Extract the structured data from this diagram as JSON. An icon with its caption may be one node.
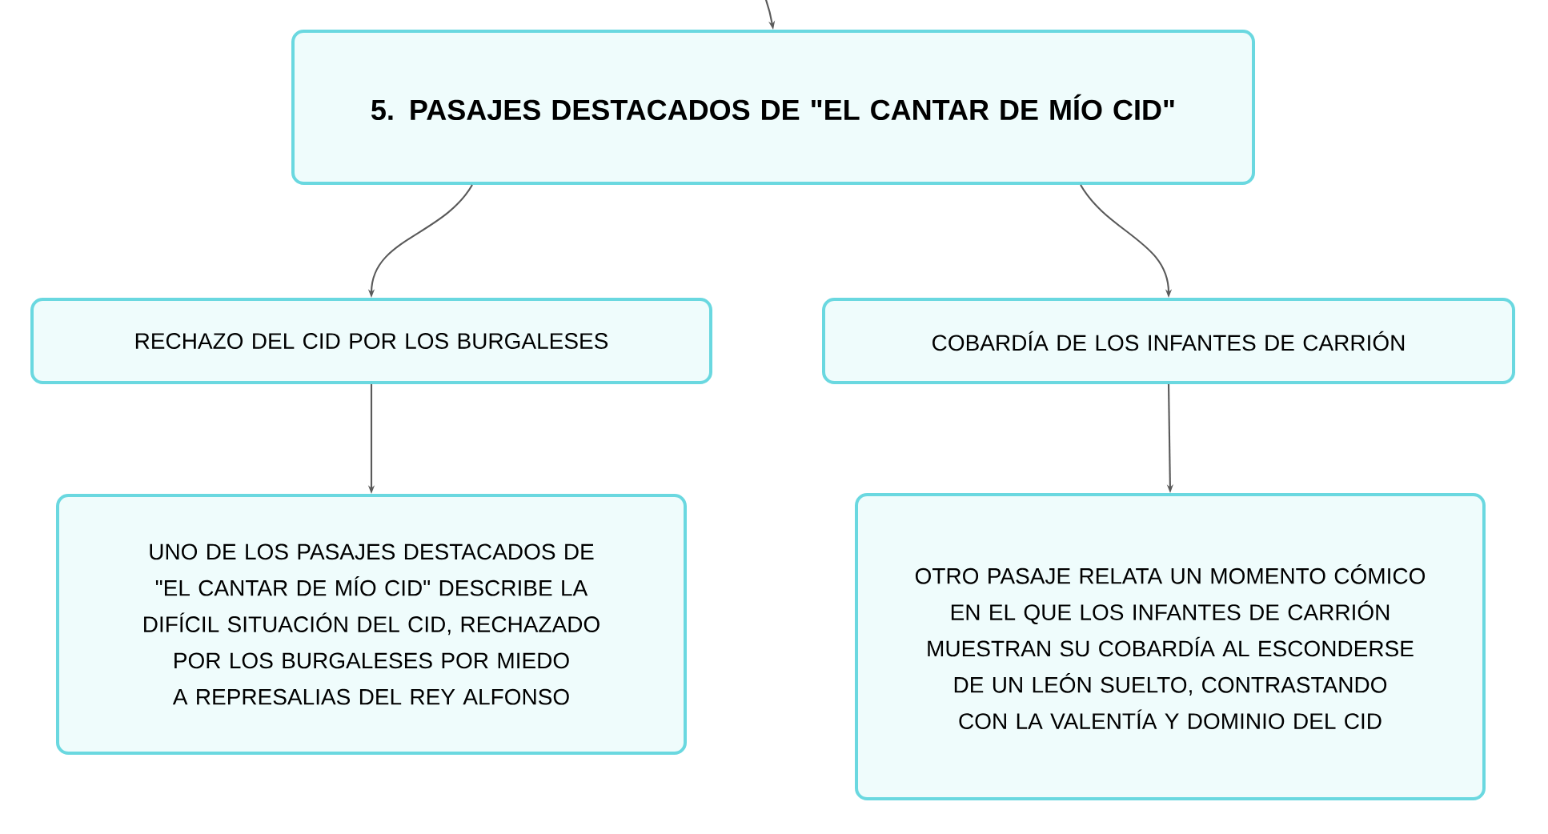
{
  "diagram": {
    "nodes": [
      {
        "text": [
          "5. PASAJES DESTACADOS DE \"EL CANTAR DE MÍO CID\""
        ]
      },
      {
        "text": [
          "RECHAZO DEL CID POR LOS BURGALESES"
        ]
      },
      {
        "text": [
          "COBARDÍA DE LOS INFANTES DE CARRIÓN"
        ]
      },
      {
        "text": [
          "UNO DE LOS PASAJES DESTACADOS DE \"EL CANTAR DE MÍO CID\" DESCRIBE LA DIFÍCIL SITUACIÓN DEL CID, RECHAZADO POR LOS BURGALESES POR MIEDO A REPRESALIAS DEL REY ALFONSO"
        ]
      },
      {
        "text": [
          "OTRO PASAJE RELATA UN MOMENTO CÓMICO EN EL QUE LOS INFANTES DE CARRIÓN MUESTRAN SU COBARDÍA AL ESCONDERSE DE UN LEÓN SUELTO, CONTRASTANDO CON LA VALENTÍA Y DOMINIO DEL CID"
        ]
      }
    ],
    "edges": [
      {
        "from": null,
        "to": 0,
        "arrow": "to"
      },
      {
        "from": 0,
        "to": 1,
        "arrow": "to"
      },
      {
        "from": 0,
        "to": 2,
        "arrow": "to"
      },
      {
        "from": 1,
        "to": 3,
        "arrow": "to"
      },
      {
        "from": 2,
        "to": 4,
        "arrow": "to"
      }
    ]
  }
}
